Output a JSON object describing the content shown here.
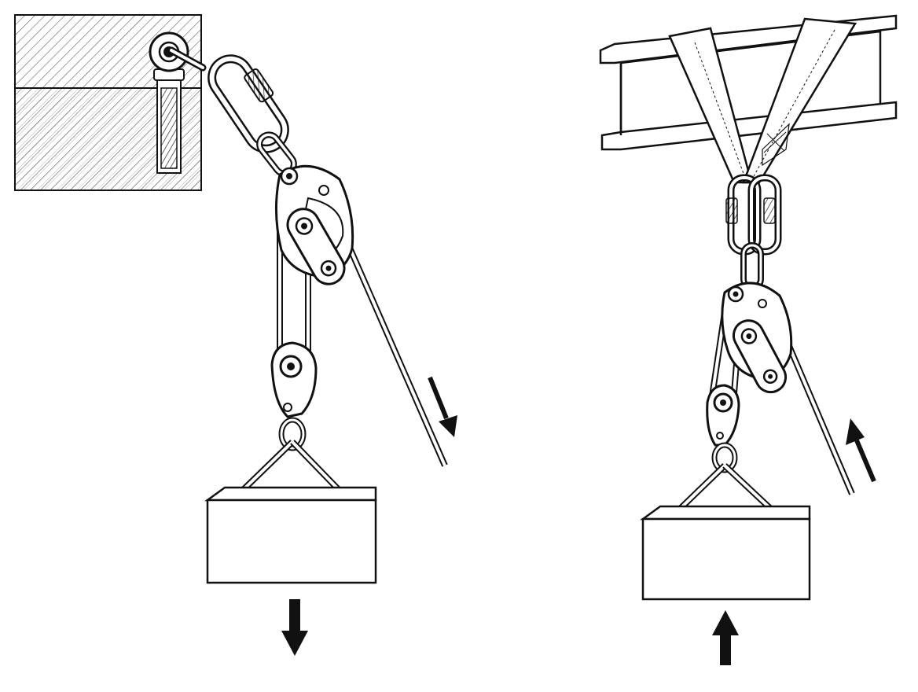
{
  "figure": {
    "panels": [
      {
        "id": "wall-anchor-lowering",
        "anchor": "eye-bolt-in-wall",
        "connectors": [
          "oval-screwgate-carabiner",
          "chain-link"
        ],
        "device": "pulley-progress-capture",
        "load_motion": "down",
        "rope_pull_direction": "down"
      },
      {
        "id": "beam-anchor-hauling",
        "anchor": "sling-around-i-beam",
        "connectors": [
          "screwgate-carabiners",
          "chain-link"
        ],
        "device": "pulley-progress-capture",
        "load_motion": "up",
        "rope_pull_direction": "up"
      }
    ],
    "colors": {
      "ink": "#111111",
      "background": "#ffffff",
      "hatch": "#444444"
    },
    "icons": [
      "arrow-down-icon",
      "arrow-up-icon",
      "carabiner-icon",
      "pulley-icon",
      "eye-bolt-icon",
      "sling-icon"
    ]
  }
}
